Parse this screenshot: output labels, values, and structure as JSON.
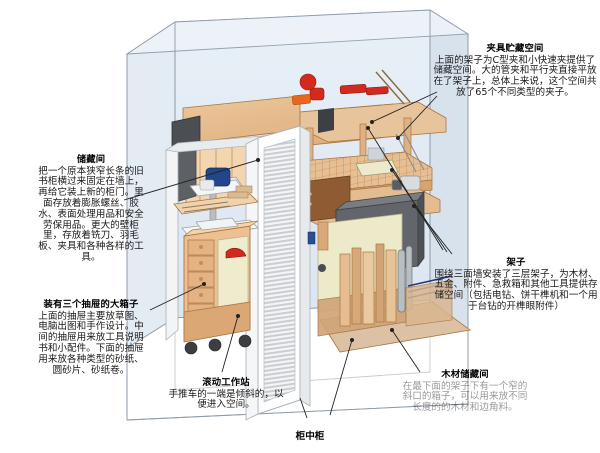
{
  "document": {
    "type": "annotated-illustration",
    "subject": "车库木工房储藏空间等轴测图",
    "background_color": "#ffffff"
  },
  "palette": {
    "wall_glass": "#dce6f0",
    "wall_glass_dark": "#cfdce9",
    "wood_light": "#f0cfa6",
    "wood_mid": "#dcab79",
    "wood_dark": "#b5793f",
    "wood_top": "#e3bd91",
    "panel_cream": "#efeccc",
    "metal_gray": "#6f7478",
    "dark_gray": "#55585c",
    "red_tool": "#d92b1f",
    "blue_tool": "#2a4d94",
    "floor": "#ffffff",
    "line": "#333333",
    "leader": "#222222",
    "text": "#111111"
  },
  "callouts": [
    {
      "id": "clamp-storage",
      "title": "夹具贮藏空间",
      "body": "上面的架子为C型夹和小快速夹提供了储藏空间。大的管夹和平行夹直接平放在了架子上，总体上来说，这个空间共放了65个不同类型的夹子。",
      "align": "center"
    },
    {
      "id": "storage-room",
      "title": "储藏间",
      "body": "把一个原本狭窄长条的旧书柜横过来固定在墙上，再给它装上新的柜门。里面存放着膨胀螺丝、胶水、表面处理用品和安全劳保用品。更大的壁柜里，存放着铣刀、羽毛板、夹具和各种各样的工具。",
      "align": "center"
    },
    {
      "id": "three-drawer-box",
      "title": "装有三个抽屉的大箱子",
      "body": "上面的抽屉主要放草图、电脑出图和手作设计。中间的抽屉用来放工具说明书和小配件。下面的抽屉用来放各种类型的砂纸、圆砂片、砂纸卷。",
      "align": "center"
    },
    {
      "id": "shelves",
      "title": "架子",
      "body": "围绕三面墙安装了三层架子，为木材、五金、附件、急救箱和其他工具提供存储空间（包括电钻、饼干榫机和一个用于台钻的开榫眼附件）",
      "align": "center"
    },
    {
      "id": "rolling-workstation",
      "title": "滚动工作站",
      "body": "手推车的一端是倾斜的，以便进入空间。",
      "align": "center"
    },
    {
      "id": "lumber-storage",
      "title": "木材储藏间",
      "body": "在最下面的架子下有一个窄的斜口的箱子，可以用来放不同长度的的木材和边角料。",
      "align": "center",
      "faded_tail": "来放不同长度的的木材和边角料。"
    }
  ],
  "labels": [
    {
      "id": "cabinet-in-cabinet",
      "text": "柜中柜"
    }
  ]
}
